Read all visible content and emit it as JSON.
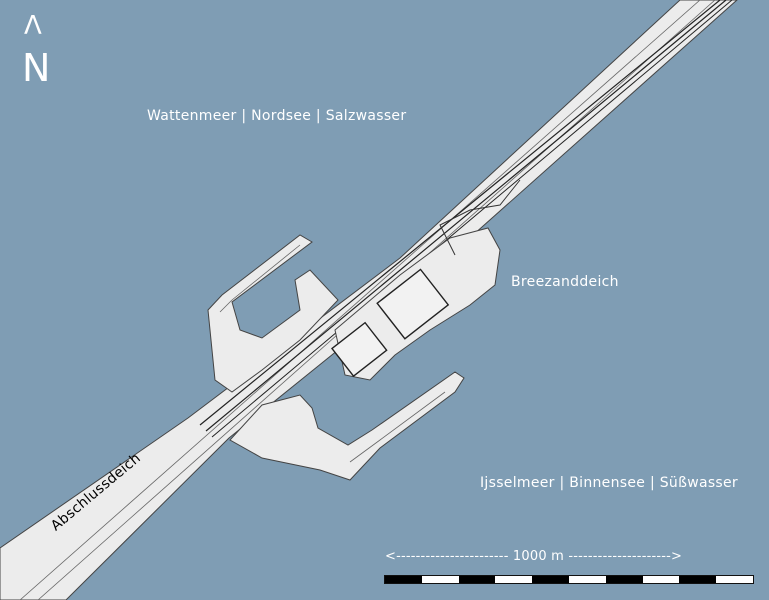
{
  "map": {
    "north_arrow": {
      "glyph": "Λ",
      "letter": "N"
    },
    "labels": {
      "sea_north": "Wattenmeer | Nordsee | Salzwasser",
      "dike_island": "Breezanddeich",
      "lake_south": "Ijsselmeer | Binnensee | Süßwasser",
      "main_dike": "Abschlussdeich"
    },
    "scale": {
      "text": "<----------------------- 1000 m --------------------->",
      "segments": 10
    },
    "colors": {
      "water": "#7f9db4",
      "land": "#eeeeee",
      "outline": "#333333",
      "text": "#ffffff"
    }
  }
}
